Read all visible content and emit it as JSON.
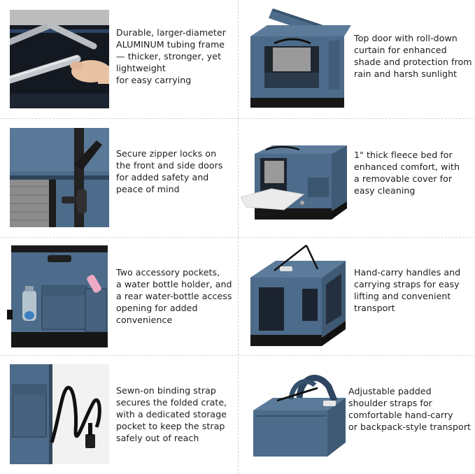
{
  "colors": {
    "fabric_blue": "#4d6b8a",
    "fabric_dark": "#33495f",
    "base_black": "#161616",
    "mesh_grey": "#8c8c8c",
    "text": "#1c1c1c",
    "divider": "#d4d4d4"
  },
  "features": [
    {
      "id": "aluminum-frame",
      "image": "aluminum-tube-photo",
      "lines": [
        "Durable, larger-diameter",
        "ALUMINUM tubing frame",
        "— thicker, stronger, yet",
        "lightweight",
        "for easy carrying"
      ]
    },
    {
      "id": "top-door",
      "image": "top-door-crate-photo",
      "lines": [
        "Top door with roll-down",
        "curtain for enhanced",
        "shade and protection from",
        "rain and harsh sunlight"
      ]
    },
    {
      "id": "zipper-locks",
      "image": "zipper-lock-photo",
      "lines": [
        "Secure zipper locks on",
        "the front and side doors",
        "for added safety and",
        "peace of mind"
      ]
    },
    {
      "id": "fleece-bed",
      "image": "fleece-bed-crate-photo",
      "lines": [
        "1\" thick fleece bed for",
        "enhanced comfort, with",
        "a removable cover for",
        "easy cleaning"
      ]
    },
    {
      "id": "accessory-pockets",
      "image": "side-pockets-photo",
      "lines": [
        "Two accessory pockets,",
        "a water bottle holder, and",
        "a rear water-bottle access",
        "opening for added",
        "convenience"
      ]
    },
    {
      "id": "hand-carry-handles",
      "image": "handles-crate-photo",
      "lines": [
        "Hand-carry handles and",
        "carrying straps for easy",
        "lifting and convenient",
        "transport"
      ]
    },
    {
      "id": "binding-strap",
      "image": "binding-strap-photo",
      "lines": [
        "Sewn-on binding strap",
        "secures the folded crate,",
        "with a dedicated storage",
        "pocket to keep the strap",
        "safely out of reach"
      ]
    },
    {
      "id": "shoulder-straps",
      "image": "folded-bag-photo",
      "lines": [
        "Adjustable padded",
        "shoulder straps for",
        "comfortable hand-carry",
        "or backpack-style transport"
      ]
    }
  ]
}
